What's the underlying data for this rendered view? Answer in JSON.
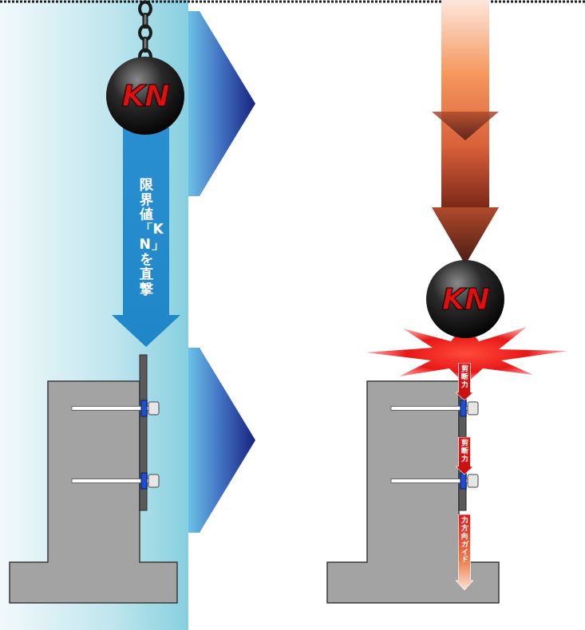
{
  "diagram": {
    "nodes": [
      {
        "text": [
          "KN"
        ]
      },
      {
        "text": [
          "限界値「KN」を直撃"
        ]
      },
      {
        "text": [
          "KN"
        ]
      },
      {
        "text": [
          "剪断力"
        ]
      },
      {
        "text": [
          "剪断力"
        ]
      },
      {
        "text": [
          "力方向ガイド"
        ]
      }
    ]
  }
}
